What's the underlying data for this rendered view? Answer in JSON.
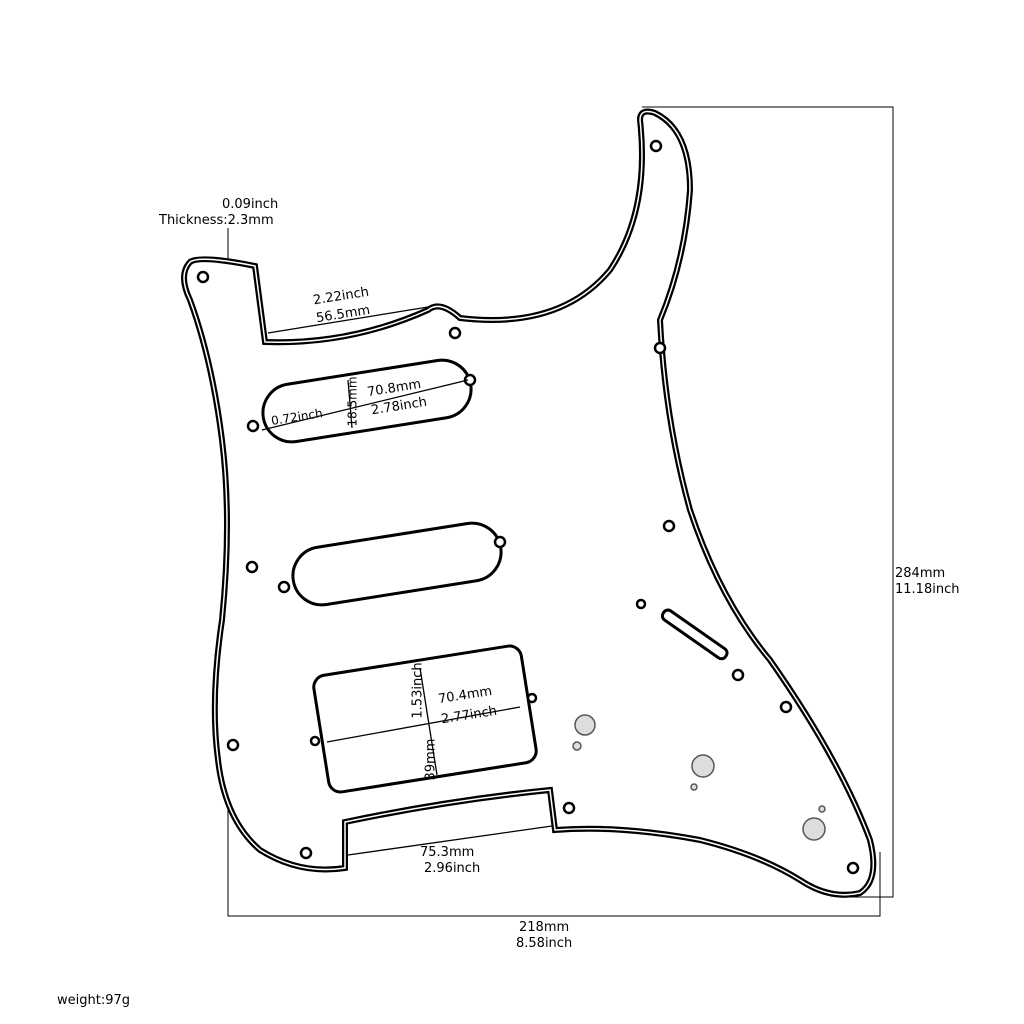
{
  "thickness": {
    "inch": "0.09inch",
    "mm": "Thickness:2.3mm"
  },
  "neck_pocket": {
    "inch": "2.22inch",
    "mm": "56.5mm"
  },
  "neck_pickup": {
    "length_mm": "70.8mm",
    "length_inch": "2.78inch",
    "width_mm": "18.5mm",
    "width_inch": "0.72inch"
  },
  "humbucker": {
    "length_mm": "70.4mm",
    "length_inch": "2.77inch",
    "width_mm": "39mm",
    "width_inch": "1.53inch"
  },
  "bottom_cutout": {
    "mm": "75.3mm",
    "inch": "2.96inch"
  },
  "height": {
    "mm": "284mm",
    "inch": "11.18inch"
  },
  "width": {
    "mm": "218mm",
    "inch": "8.58inch"
  },
  "weight": "weight:97g"
}
